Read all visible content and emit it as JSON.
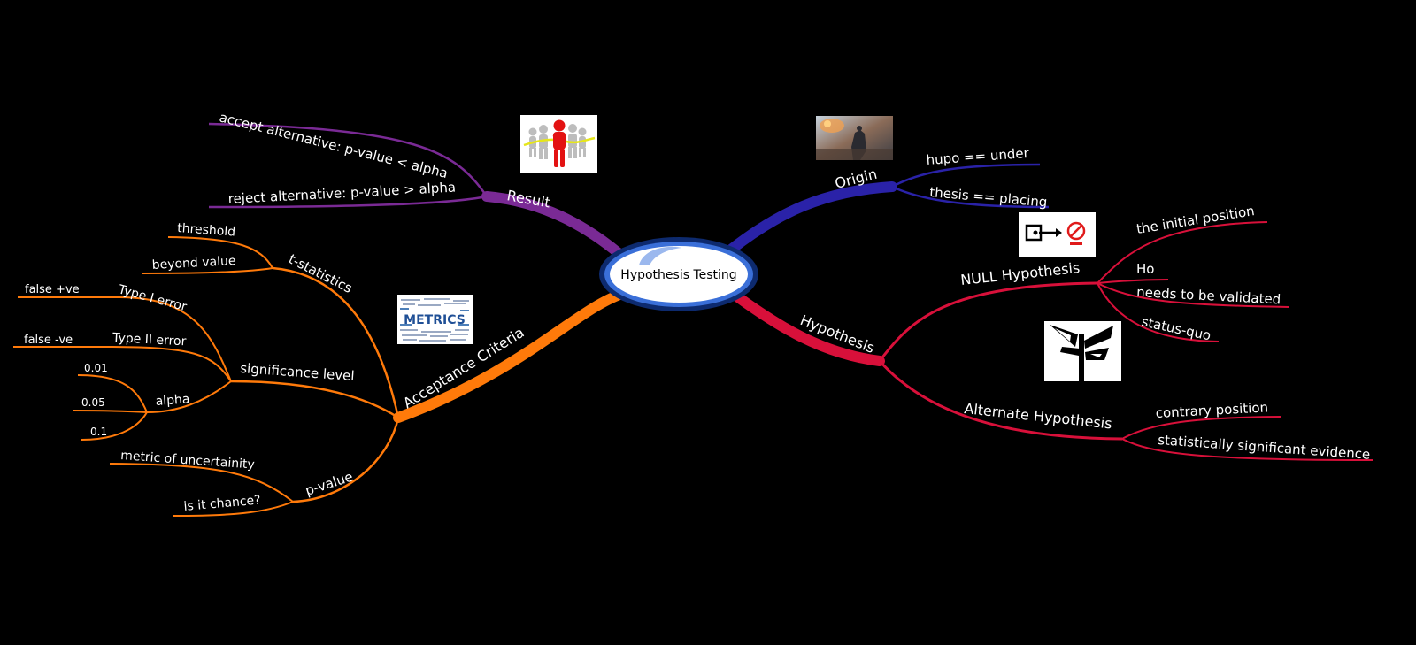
{
  "center": {
    "label": "Hypothesis Testing"
  },
  "colors": {
    "background": "#000000",
    "result": "#7a2a95",
    "origin": "#2a22a8",
    "hypothesis": "#d8103a",
    "acceptance": "#ff7a0a",
    "center_ring": "#3a6fd8",
    "center_fill": "#ffffff"
  },
  "branches": {
    "result": {
      "label": "Result",
      "children": [
        "accept alternative: p-value < alpha",
        "reject alternative: p-value > alpha"
      ]
    },
    "origin": {
      "label": "Origin",
      "children": [
        "hupo == under",
        "thesis == placing"
      ]
    },
    "hypothesis": {
      "label": "Hypothesis",
      "null": {
        "label": "NULL Hypothesis",
        "children": [
          "the initial position",
          "Ho",
          "needs to be validated",
          "status-quo"
        ]
      },
      "alternate": {
        "label": "Alternate Hypothesis",
        "children": [
          "contrary position",
          "statistically significant evidence"
        ]
      }
    },
    "acceptance": {
      "label": "Acceptance Criteria",
      "t_statistics": {
        "label": "t-statistics",
        "children": [
          "threshold",
          "beyond value"
        ]
      },
      "significance": {
        "label": "significance level",
        "type1": {
          "label": "Type I error",
          "child": "false +ve"
        },
        "type2": {
          "label": "Type II error",
          "child": "false -ve"
        },
        "alpha": {
          "label": "alpha",
          "children": [
            "0.01",
            "0.05",
            "0.1"
          ]
        }
      },
      "pvalue": {
        "label": "p-value",
        "children": [
          "metric of uncertainity",
          "is it chance?"
        ]
      }
    }
  },
  "images": {
    "result": "people-race-icon",
    "origin": "soldier-photo",
    "null": "null-symbol-icon",
    "alternate": "signpost-icon",
    "acceptance": "metrics-wordcloud"
  },
  "metrics_word": "METRICS"
}
